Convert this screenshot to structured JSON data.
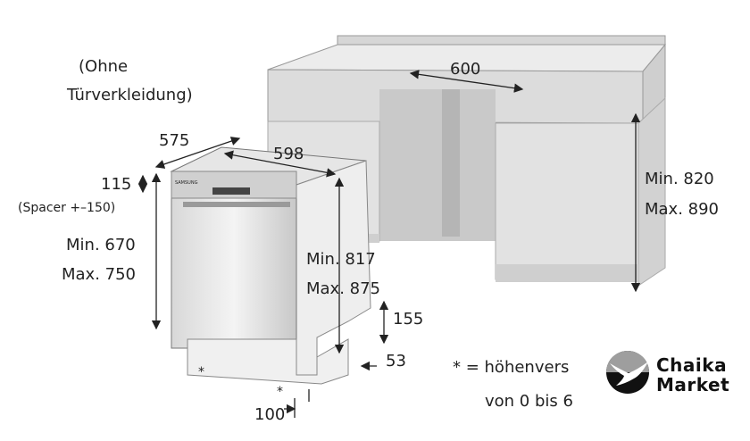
{
  "note": {
    "line1": "(Ohne",
    "line2": "Türverkleidung)"
  },
  "dimensions": {
    "depth": "575",
    "width_appliance": "598",
    "width_niche": "600",
    "top_gap": "115",
    "spacer": "(Spacer +–150)",
    "height_front_min": "Min. 670",
    "height_front_max": "Max. 750",
    "height_appliance_min": "Min. 817",
    "height_appliance_max": "Max. 875",
    "height_niche_min": "Min. 820",
    "height_niche_max": "Max. 890",
    "plinth_height": "155",
    "plinth_depth": "53",
    "foot_offset": "100",
    "asterisk": "*"
  },
  "footnote": {
    "line1": "* = höhenvers",
    "line2": "von 0 bis 6"
  },
  "appliance": {
    "brand": "SAMSUNG"
  },
  "logo": {
    "line1": "Chaika",
    "line2": "Market"
  },
  "colors": {
    "cabinet": "#e4e4e4",
    "recess": "#cfcfcf",
    "steel": "#bdbdbd",
    "line": "#222222"
  }
}
